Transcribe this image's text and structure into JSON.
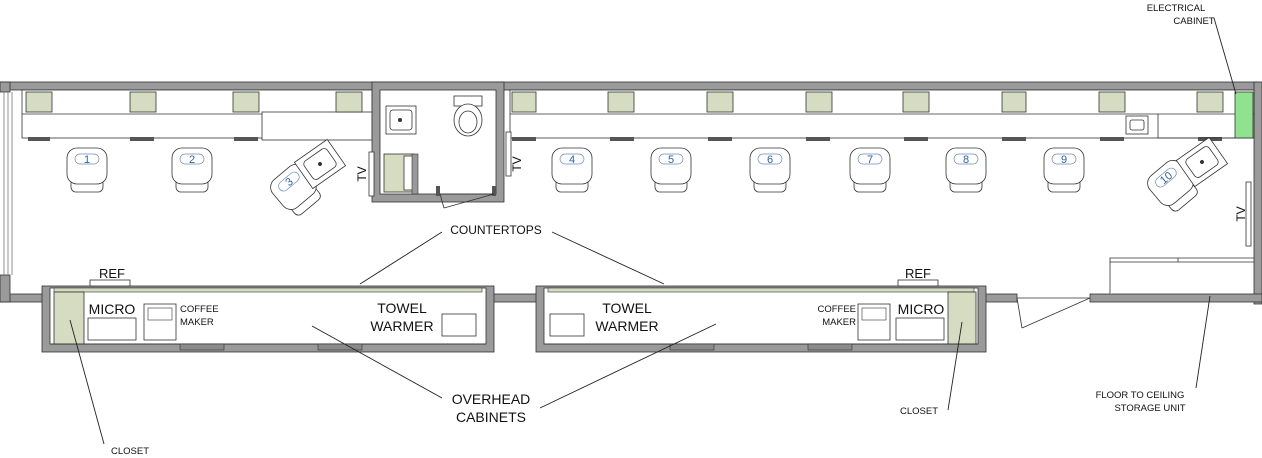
{
  "title": "",
  "colors": {
    "wall": "#9a9a9a",
    "wall_stroke": "#333333",
    "fixture_fill": "#d6dcc2",
    "electrical_fill": "#8fe38f",
    "chair_number": "#2f5fa8",
    "line": "#222222"
  },
  "labels": {
    "electrical_cabinet_line1": "ELECTRICAL",
    "electrical_cabinet_line2": "CABINET",
    "countertops": "COUNTERTOPS",
    "overhead_line1": "OVERHEAD",
    "overhead_line2": "CABINETS",
    "closet_left": "CLOSET",
    "closet_right": "CLOSET",
    "storage_line1": "FLOOR TO CEILING",
    "storage_line2": "STORAGE UNIT",
    "ref_left": "REF",
    "ref_right": "REF",
    "micro_left": "MICRO",
    "micro_right": "MICRO",
    "coffee_left_line1": "COFFEE",
    "coffee_left_line2": "MAKER",
    "coffee_right_line1": "COFFEE",
    "coffee_right_line2": "MAKER",
    "towel_left_line1": "TOWEL",
    "towel_left_line2": "WARMER",
    "towel_right_line1": "TOWEL",
    "towel_right_line2": "WARMER",
    "tv_1": "TV",
    "tv_2": "TV",
    "tv_3": "TV"
  },
  "chairs": [
    "1",
    "2",
    "3",
    "4",
    "5",
    "6",
    "7",
    "8",
    "9",
    "10"
  ]
}
